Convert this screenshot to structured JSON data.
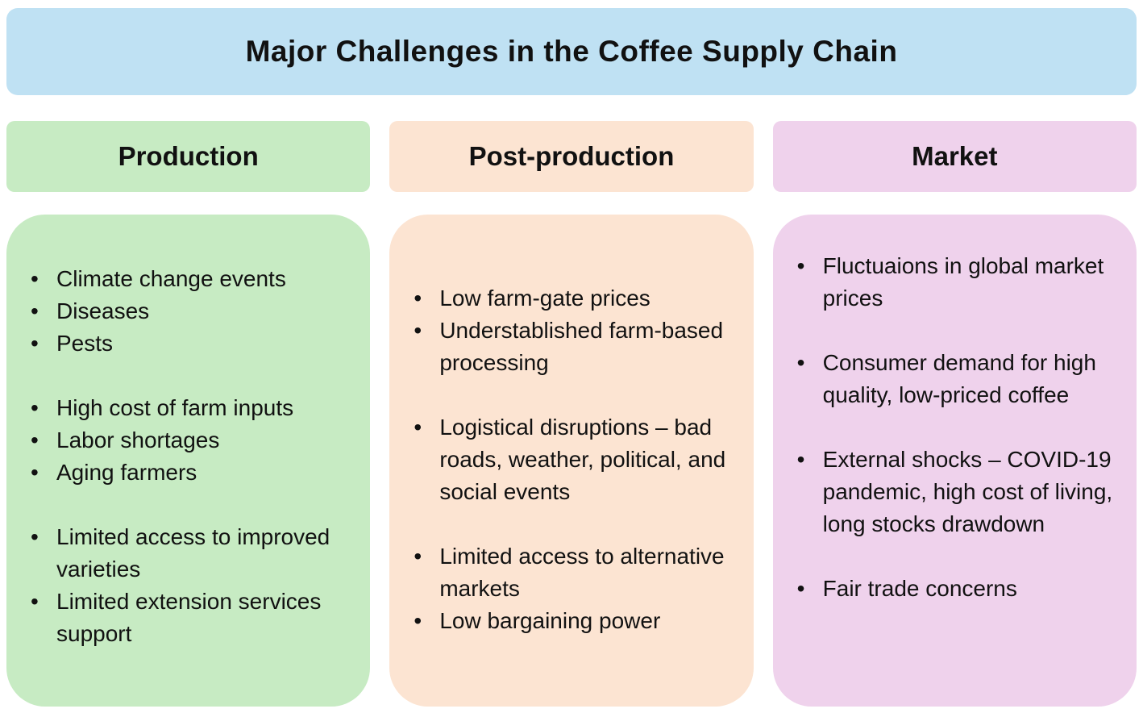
{
  "title": "Major Challenges in the Coffee Supply Chain",
  "bullet": "•",
  "colors": {
    "title_bg": "#bfe1f3",
    "production_bg": "#c7ebc3",
    "post_bg": "#fce4d2",
    "market_bg": "#efd2ec"
  },
  "columns": [
    {
      "header": "Production",
      "groups": [
        [
          "Climate change events",
          "Diseases",
          "Pests"
        ],
        [
          "High cost of farm inputs",
          "Labor shortages",
          "Aging farmers"
        ],
        [
          "Limited access to improved varieties",
          "Limited extension services support"
        ]
      ]
    },
    {
      "header": "Post-production",
      "groups": [
        [
          "Low farm-gate prices",
          "Understablished farm-based processing"
        ],
        [
          "Logistical disruptions – bad roads, weather, political, and social events"
        ],
        [
          "Limited access to alternative markets",
          "Low bargaining power"
        ]
      ]
    },
    {
      "header": "Market",
      "groups": [
        [
          "Fluctuaions in global market prices"
        ],
        [
          "Consumer demand for high quality, low-priced coffee"
        ],
        [
          "External shocks – COVID-19 pandemic, high cost of living, long stocks drawdown"
        ],
        [
          "Fair trade concerns"
        ]
      ]
    }
  ]
}
